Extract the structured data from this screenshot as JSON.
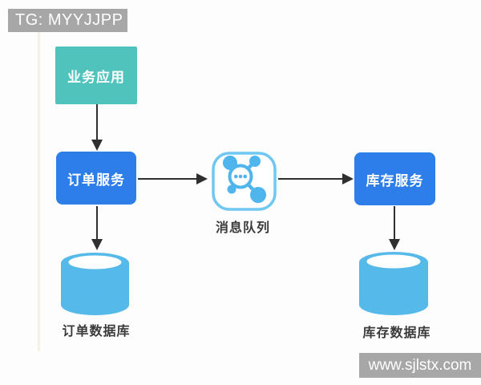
{
  "overlays": {
    "top_left": {
      "text": "TG: MYYJJPP",
      "bg": "#A7A7A7",
      "text_color": "#FFFFFF"
    },
    "bottom_right": {
      "text": "www.sjlstx.com",
      "bg": "#A7A7A7",
      "text_color": "#FFFFFF"
    }
  },
  "diagram": {
    "nodes": {
      "business_app": {
        "label": "业务应用",
        "shape": "box",
        "color": "#50C4BC"
      },
      "order_service": {
        "label": "订单服务",
        "shape": "box",
        "color": "#2E7EE9"
      },
      "message_queue": {
        "label": "消息队列",
        "shape": "icon",
        "icon": "message-queue-hub-icon",
        "color": "#4FB5EC"
      },
      "inventory_service": {
        "label": "库存服务",
        "shape": "box",
        "color": "#2E7EE9"
      },
      "order_db": {
        "label": "订单数据库",
        "shape": "database-cylinder",
        "color": "#55B9EA"
      },
      "inventory_db": {
        "label": "库存数据库",
        "shape": "database-cylinder",
        "color": "#55B9EA"
      }
    },
    "edges": [
      {
        "from": "business_app",
        "to": "order_service",
        "direction": "down"
      },
      {
        "from": "order_service",
        "to": "message_queue",
        "direction": "right"
      },
      {
        "from": "message_queue",
        "to": "inventory_service",
        "direction": "right"
      },
      {
        "from": "order_service",
        "to": "order_db",
        "direction": "down"
      },
      {
        "from": "inventory_service",
        "to": "inventory_db",
        "direction": "down"
      }
    ],
    "colors": {
      "arrow": "#2F2F2F",
      "label_text": "#3A3A3A",
      "background": "#FDFDFD",
      "guide_line": "#F5F0E4"
    }
  }
}
